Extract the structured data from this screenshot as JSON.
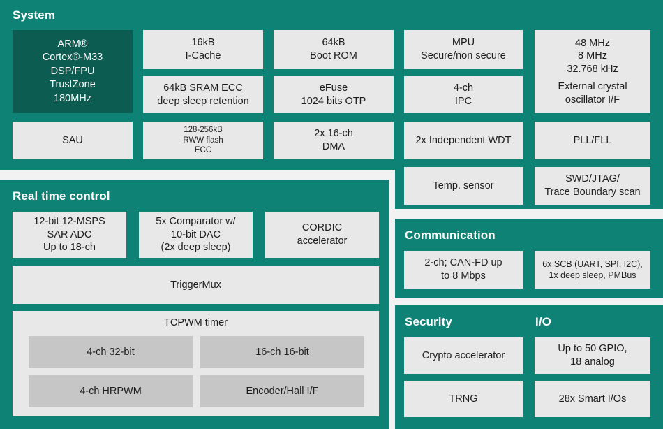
{
  "colors": {
    "panel_teal": "#0f8276",
    "accent_dark_teal": "#0d5c52",
    "box_gray": "#e8e8e8",
    "box_gray_dark": "#c6c6c6",
    "page_bg": "#f2f2f2",
    "text_dark": "#1d1d1d",
    "text_light": "#ffffff"
  },
  "panels": {
    "system": {
      "title": "System",
      "blocks": {
        "cpu": {
          "lines": [
            "ARM®",
            "Cortex®-M33",
            "DSP/FPU",
            "TrustZone",
            "180MHz"
          ]
        },
        "icache": {
          "lines": [
            "16kB",
            "I-Cache"
          ]
        },
        "sram": {
          "lines": [
            "64kB SRAM ECC",
            "deep sleep retention"
          ]
        },
        "bootrom": {
          "lines": [
            "64kB",
            "Boot ROM"
          ]
        },
        "efuse": {
          "lines": [
            "eFuse",
            "1024 bits OTP"
          ]
        },
        "mpu": {
          "lines": [
            "MPU",
            "Secure/non secure"
          ]
        },
        "ipc": {
          "lines": [
            "4-ch",
            "IPC"
          ]
        },
        "clocks": {
          "lines": [
            "48 MHz",
            "8 MHz",
            "32.768 kHz",
            "",
            "External crystal",
            "oscillator I/F"
          ]
        },
        "sau": {
          "lines": [
            "SAU"
          ]
        },
        "flash": {
          "lines": [
            "128-256kB",
            "RWW flash",
            "ECC"
          ]
        },
        "dma": {
          "lines": [
            "2x 16-ch",
            "DMA"
          ]
        },
        "wdt": {
          "lines": [
            "2x Independent WDT"
          ]
        },
        "pll": {
          "lines": [
            "PLL/FLL"
          ]
        },
        "tempsensor": {
          "lines": [
            "Temp. sensor"
          ]
        },
        "swd": {
          "lines": [
            "SWD/JTAG/",
            "Trace Boundary scan"
          ]
        }
      }
    },
    "realtime": {
      "title": "Real time control",
      "blocks": {
        "adc": {
          "lines": [
            "12-bit 12-MSPS",
            "SAR ADC",
            "Up to 18-ch"
          ]
        },
        "comparator": {
          "lines": [
            "5x Comparator w/",
            "10-bit DAC",
            "(2x deep sleep)"
          ]
        },
        "cordic": {
          "lines": [
            "CORDIC",
            "accelerator"
          ]
        },
        "triggermux": {
          "lines": [
            "TriggerMux"
          ]
        },
        "tcpwm": {
          "label": "TCPWM timer",
          "children": {
            "ch32": {
              "lines": [
                "4-ch 32-bit"
              ]
            },
            "ch16": {
              "lines": [
                "16-ch 16-bit"
              ]
            },
            "hrpwm": {
              "lines": [
                "4-ch HRPWM"
              ]
            },
            "encoder": {
              "lines": [
                "Encoder/Hall I/F"
              ]
            }
          }
        }
      }
    },
    "communication": {
      "title": "Communication",
      "blocks": {
        "canfd": {
          "lines": [
            "2-ch; CAN-FD up",
            "to 8 Mbps"
          ]
        },
        "scb": {
          "lines": [
            "6x SCB (UART, SPI, I2C),",
            "1x deep sleep, PMBus"
          ]
        }
      }
    },
    "security": {
      "title": "Security",
      "blocks": {
        "crypto": {
          "lines": [
            "Crypto accelerator"
          ]
        },
        "trng": {
          "lines": [
            "TRNG"
          ]
        }
      }
    },
    "io": {
      "title": "I/O",
      "blocks": {
        "gpio": {
          "lines": [
            "Up to 50 GPIO,",
            "18 analog"
          ]
        },
        "smart": {
          "lines": [
            "28x Smart I/Os"
          ]
        }
      }
    }
  }
}
